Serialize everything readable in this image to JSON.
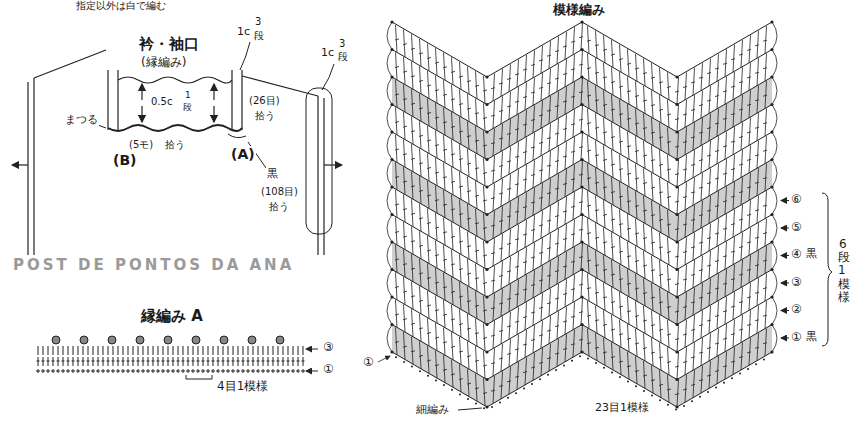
{
  "diagram": {
    "labels": [
      "指定以外は白で編む",
      "衿・袖口",
      "(縁編み)",
      "1c",
      "3",
      "段",
      "0.5c",
      "1",
      "段",
      "(26目)",
      "拾う",
      "まつる",
      "(5モ)",
      "拾う",
      "(B)",
      "(A)",
      "黒",
      "1c",
      "3",
      "段",
      "(108目)",
      "拾う",
      "POST DE PONTOS DA ANA",
      "縁編み A",
      "③",
      "①",
      "4目1模様",
      "模様編み",
      "⑥",
      "⑤",
      "④",
      "黒",
      "③",
      "②",
      "①",
      "黒",
      "6段1模様",
      "①",
      "細編み",
      "23目1模様"
    ]
  }
}
